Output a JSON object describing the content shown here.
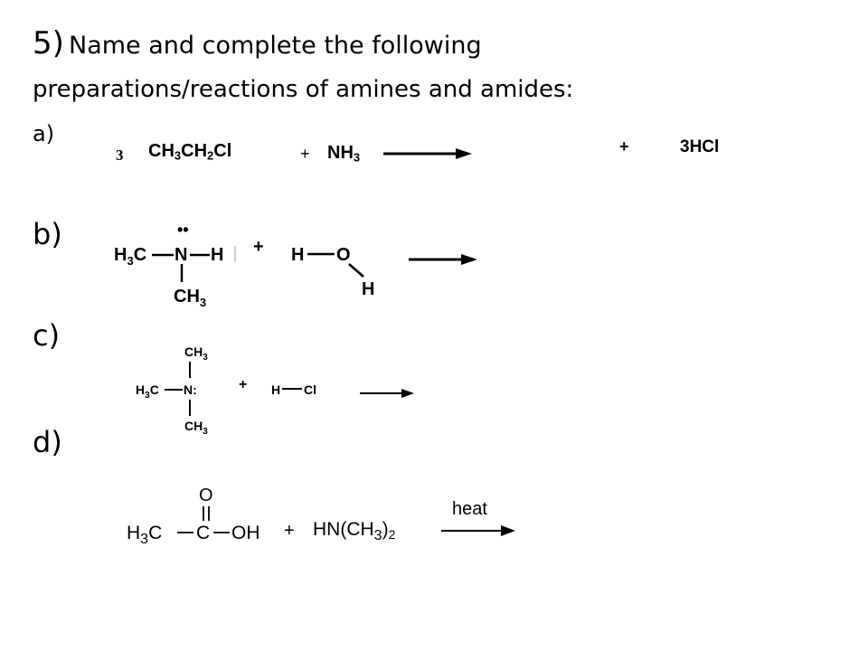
{
  "heading": {
    "number": "5)",
    "line1": "Name and complete the following",
    "line2": "preparations/reactions of  amines and amides:"
  },
  "labels": {
    "a": "a)",
    "b": "b)",
    "c": "c)",
    "d": "d)"
  },
  "reaction_a": {
    "coefficient": "3",
    "reactant1_main": "CH",
    "reactant1_sub1": "3",
    "reactant1_mid": "CH",
    "reactant1_sub2": "2",
    "reactant1_end": "Cl",
    "plus1": "+",
    "reactant2_main": "NH",
    "reactant2_sub": "3",
    "plus2": "+",
    "product": "3HCl"
  },
  "reaction_b": {
    "methyl_left": "H",
    "methyl_sub": "3",
    "c": "C",
    "n": "N",
    "h": "H",
    "lone_pair": "••",
    "ch": "CH",
    "ch_sub": "3",
    "plus": "+",
    "water_h1": "H",
    "water_o": "O",
    "water_h2": "H"
  },
  "reaction_c": {
    "top_ch": "CH",
    "top_sub": "3",
    "left_h": "H",
    "left_sub": "3",
    "left_c": "C",
    "n": "N:",
    "bottom_ch": "CH",
    "bottom_sub": "3",
    "plus": "+",
    "hcl_h": "H",
    "hcl_cl": "Cl"
  },
  "reaction_d": {
    "o": "O",
    "h3c": "H",
    "h3c_sub": "3",
    "h3c_c": "C",
    "carbonyl_c": "C",
    "oh": "OH",
    "plus": "+",
    "amine_main": "HN(CH",
    "amine_sub3": "3",
    "amine_sub2": "2",
    "condition": "heat"
  }
}
